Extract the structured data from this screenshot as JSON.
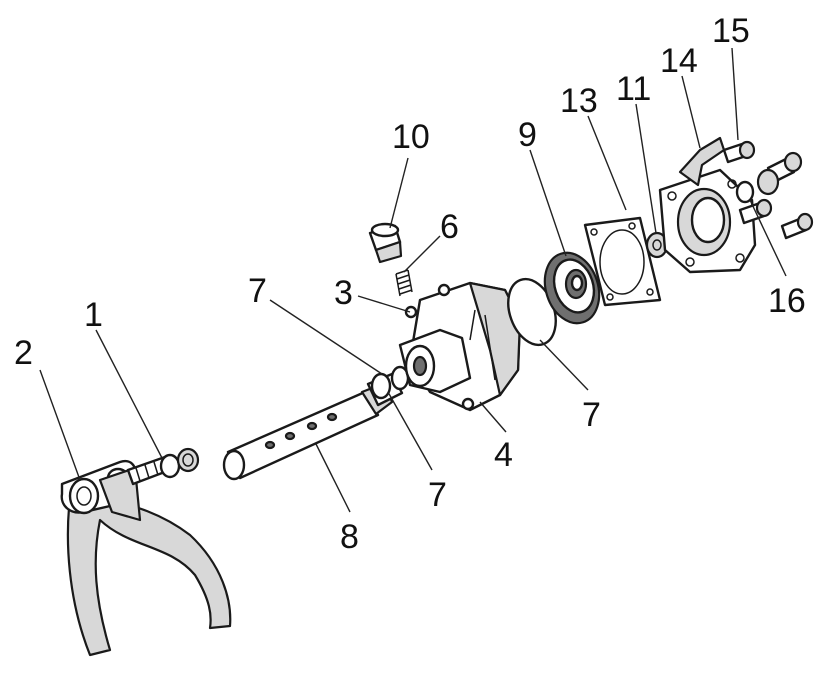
{
  "diagram": {
    "callouts": {
      "c1": "1",
      "c2": "2",
      "c3": "3",
      "c4": "4",
      "c6": "6",
      "c7a": "7",
      "c7b": "7",
      "c7c": "7",
      "c8": "8",
      "c9": "9",
      "c10": "10",
      "c11": "11",
      "c13": "13",
      "c14": "14",
      "c15": "15",
      "c16": "16"
    }
  }
}
